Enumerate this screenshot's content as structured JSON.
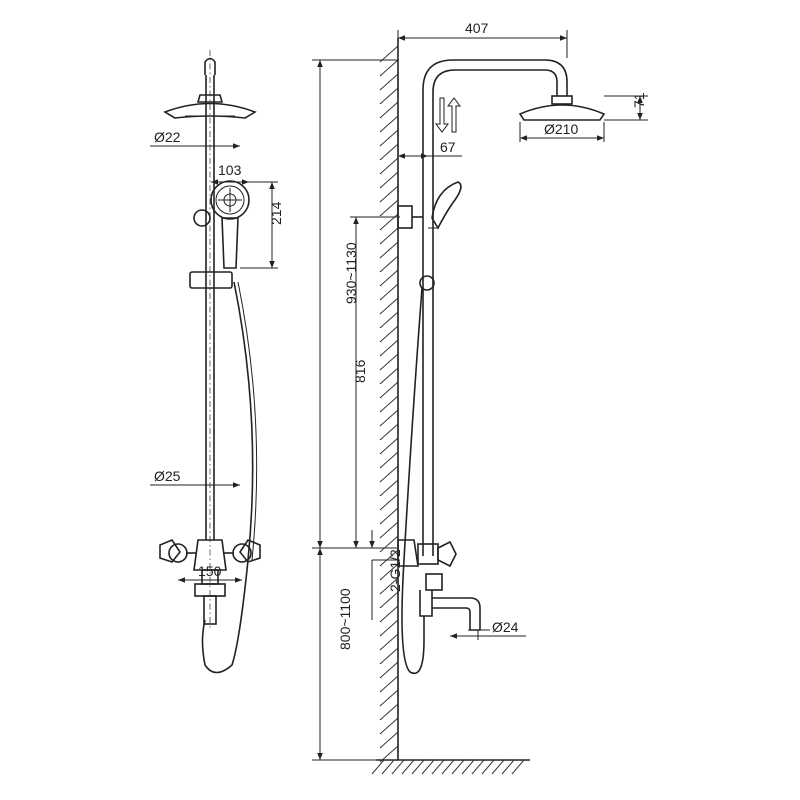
{
  "dimensions": {
    "arm_length": "407",
    "head_height": "71",
    "head_diameter": "Ø210",
    "wall_offset": "67",
    "riser_diameter_top": "Ø22",
    "hand_shower_width": "103",
    "hand_shower_length": "214",
    "total_height": "930~1130",
    "bracket_spacing": "816",
    "riser_diameter_bottom": "Ø25",
    "inlet_spacing": "150",
    "inlet_thread": "2-G1/2",
    "mixer_height": "800~1100",
    "spout_diameter": "Ø24"
  },
  "colors": {
    "line": "#222222",
    "background": "#ffffff"
  }
}
